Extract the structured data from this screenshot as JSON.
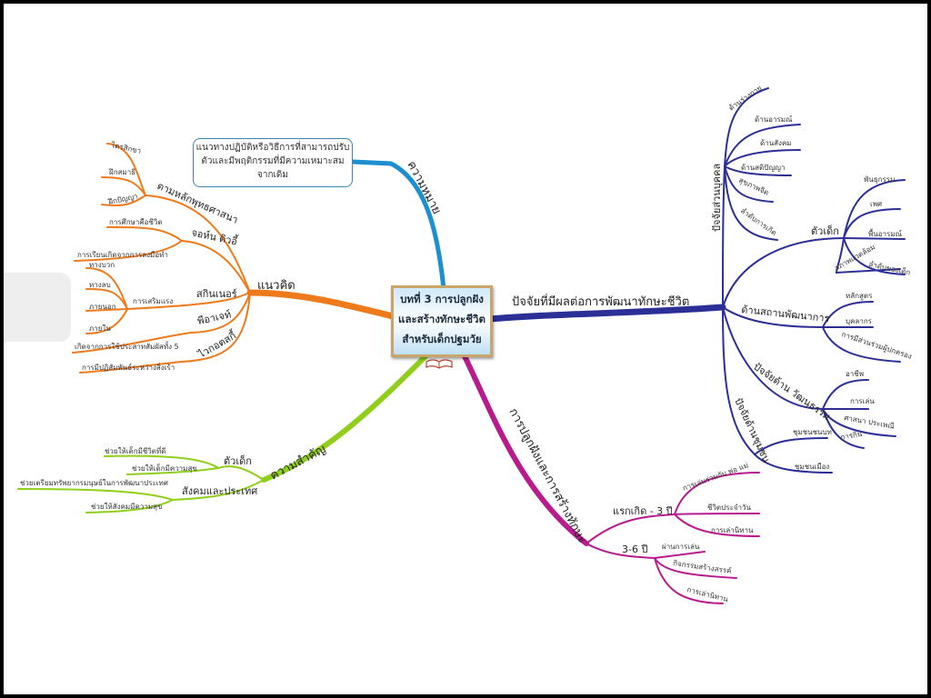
{
  "center_title": [
    "บทที่ 3 การปลูกฝัง",
    "และสร้างทักษะชีวิต",
    "สำหรับเด็กปฐมวัย"
  ],
  "colors": {
    "concept": "#ef7a1c",
    "meaning": "#1b8fd0",
    "importance": "#8fcf1c",
    "cultivation": "#b81b8e",
    "factors": "#2b2f96"
  },
  "meaning": {
    "label": "ความหมาย",
    "box_lines": [
      "แนวทางปฏิบัติหรือวิธีการที่สามารถปรับ",
      "ตัวและมีพฤติกรรมที่มีความเหมาะสม",
      "จากเดิม"
    ]
  },
  "concept": {
    "label": "แนวคิด",
    "buddhism": {
      "label": "ตามหลักพุทธศาสนา",
      "leaves": [
        "ไตรสิกขา",
        "ฝึกสมาธิ",
        "ฝึกปัญญา"
      ]
    },
    "dewey": {
      "label": "จอห์น  ดิวอี้",
      "leaves": [
        "การศึกษาคือชีวิต",
        "การเรียนเกิดจากการลงมือทำ"
      ]
    },
    "skinner": {
      "label": "สกินเนอร์",
      "sub": "การเสริมแรง",
      "leaves": [
        "ทางบวก",
        "ทางลบ",
        "ภายนอก",
        "ภายใน"
      ]
    },
    "piaget": {
      "label": "พีอาเจท์",
      "leaves": [
        "เกิดจากการใช้ประสาทสัมผัสทั้ง 5"
      ]
    },
    "vygotsky": {
      "label": "ไวกอตสกี้",
      "leaves": [
        "การมีปฏิสัมพันธ์ระหว่างสิ่งเร้า"
      ]
    }
  },
  "importance": {
    "label": "ความสำคัญ",
    "child": {
      "label": "ตัวเด็ก",
      "leaves": [
        "ช่วยให้เด็กมีชีวิตที่ดี",
        "ช่วยให้เด็กมีความสุข"
      ]
    },
    "society": {
      "label": "สังคมและประเทศ",
      "leaves": [
        "ช่วยเตรียมทรัพยากรมนุษย์ในการพัฒนาประเทศ",
        "ช่วยให้สังคมมีความสุข"
      ]
    }
  },
  "cultivation": {
    "label": "การปลูกฝังและการสร้างทักษะ",
    "age0_3": {
      "label": "แรกเกิด - 3 ปี",
      "leaves": [
        "การเล่นร่วมกับ  พ่อ แม่",
        "ชีวิตประจำวัน",
        "การเล่านิทาน"
      ]
    },
    "age3_6": {
      "label": "3-6 ปี",
      "leaves": [
        "ผ่านการเล่น",
        "กิจกรรมสร้างสรรค์",
        "การเล่านิทาน"
      ]
    }
  },
  "factors": {
    "label": "ปัจจัยที่มีผลต่อการพัฒนาทักษะชีวิต",
    "personal": {
      "label": "ปัจจัยส่วนบุคคล",
      "leaves": [
        "ด้านร่างกาย",
        "ด้านอารมณ์",
        "ด้านสังคม",
        "ด้านสติปัญญา",
        "สุขภาพจิต",
        "ลำดับการเกิด"
      ]
    },
    "child": {
      "label": "ตัวเด็ก",
      "leaves": [
        "พันธุกรรม",
        "เพศ",
        "พื้นอารมณ์",
        "สภาพแวดล้อม",
        "ลำดับของเด็ก"
      ]
    },
    "center": {
      "label": "ด้านสถานพัฒนาการ",
      "leaves": [
        "หลักสูตร",
        "บุคลากร",
        "การมีส่วนร่วมผู้ปกครอง"
      ]
    },
    "culture": {
      "label": "ปัจจัยด้าน วัฒนธรรม",
      "leaves": [
        "อาชีพ",
        "การเล่น",
        "ศาสนา ประเพณี",
        "การกิน"
      ]
    },
    "community": {
      "label": "ปัจจัยด้านชุมชน",
      "leaves": [
        "ชุมชนชนบท",
        "ชุมชนเมือง"
      ]
    }
  }
}
